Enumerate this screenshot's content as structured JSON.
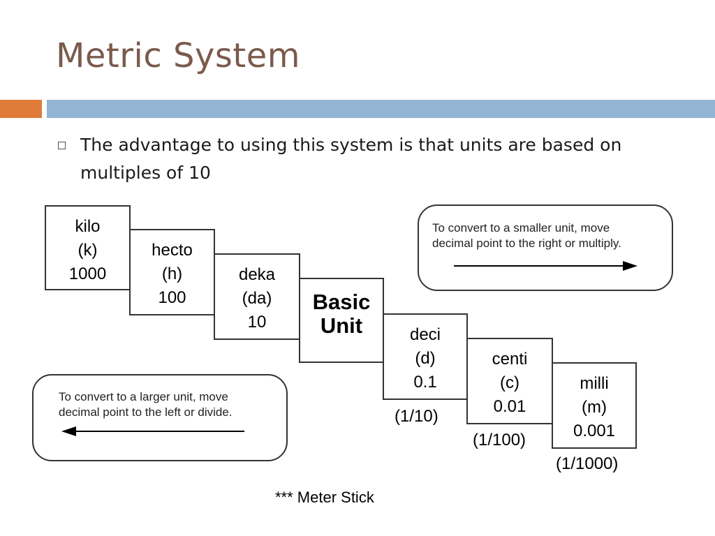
{
  "slide": {
    "title": "Metric System",
    "bullet": "The advantage to using this system is that units are based on multiples of 10",
    "footer": "*** Meter Stick"
  },
  "steps": [
    {
      "name": "kilo",
      "abbr": "(k)",
      "value": "1000"
    },
    {
      "name": "hecto",
      "abbr": "(h)",
      "value": "100"
    },
    {
      "name": "deka",
      "abbr": "(da)",
      "value": "10"
    },
    {
      "name": "deci",
      "abbr": "(d)",
      "value": "0.1"
    },
    {
      "name": "centi",
      "abbr": "(c)",
      "value": "0.01"
    },
    {
      "name": "milli",
      "abbr": "(m)",
      "value": "0.001"
    }
  ],
  "basic": {
    "line1": "Basic",
    "line2": "Unit"
  },
  "fractions": [
    "(1/10)",
    "(1/100)",
    "(1/1000)"
  ],
  "notes": {
    "smaller": {
      "line1": "To convert to a smaller unit, move",
      "line2": "decimal  point to the right or multiply."
    },
    "larger": {
      "line1": "To convert to a larger unit, move",
      "line2": "decimal  point to the left or divide."
    }
  },
  "colors": {
    "title": "#7a5a4d",
    "accent_orange": "#e07b39",
    "accent_blue": "#93b4d2"
  }
}
